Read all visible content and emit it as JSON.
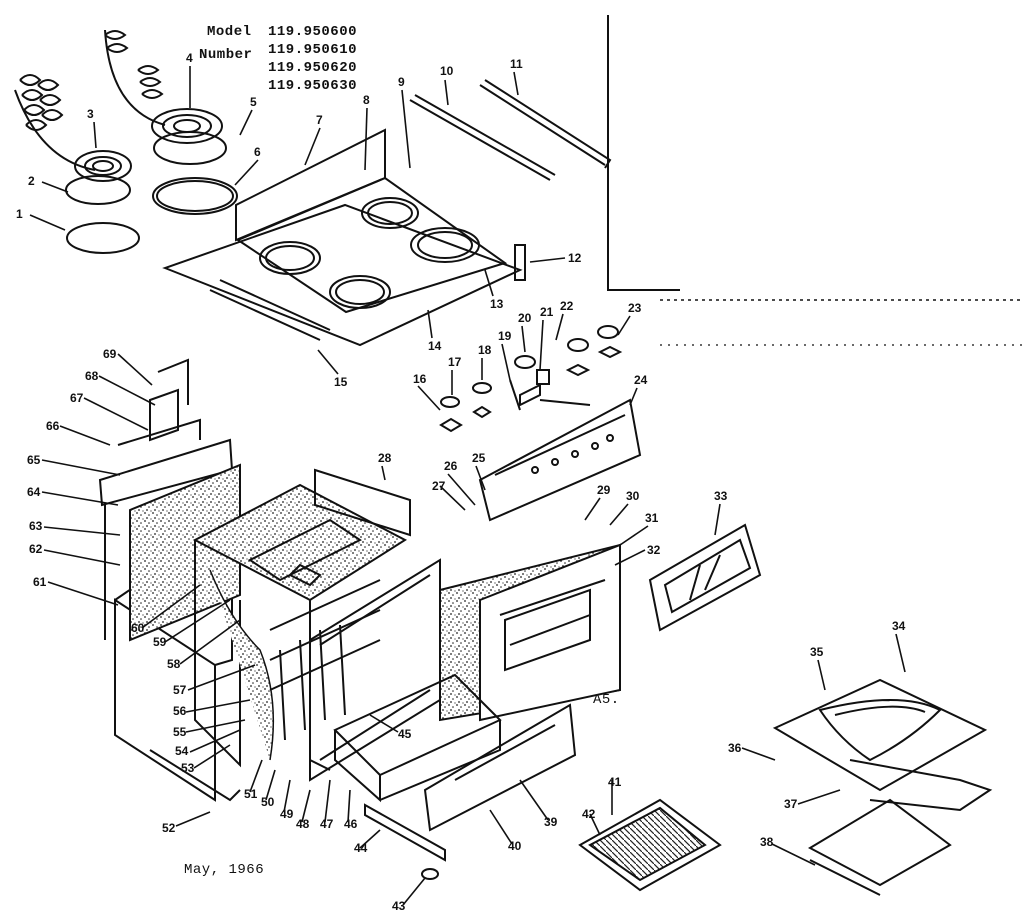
{
  "header": {
    "model_label": "Model",
    "number_label": "Number",
    "model_numbers": [
      "119.950600",
      "119.950610",
      "119.950620",
      "119.950630"
    ]
  },
  "date_label": "May, 1966",
  "section_tag": "A5.",
  "callouts": [
    "1",
    "2",
    "3",
    "4",
    "5",
    "6",
    "7",
    "8",
    "9",
    "10",
    "11",
    "12",
    "13",
    "14",
    "15",
    "16",
    "17",
    "18",
    "19",
    "20",
    "21",
    "22",
    "23",
    "24",
    "25",
    "26",
    "27",
    "28",
    "29",
    "30",
    "31",
    "32",
    "33",
    "34",
    "35",
    "36",
    "37",
    "38",
    "39",
    "40",
    "41",
    "42",
    "43",
    "44",
    "45",
    "46",
    "47",
    "48",
    "49",
    "50",
    "51",
    "52",
    "53",
    "54",
    "55",
    "56",
    "57",
    "58",
    "59",
    "60",
    "61",
    "62",
    "63",
    "64",
    "65",
    "66",
    "67",
    "68",
    "69"
  ]
}
